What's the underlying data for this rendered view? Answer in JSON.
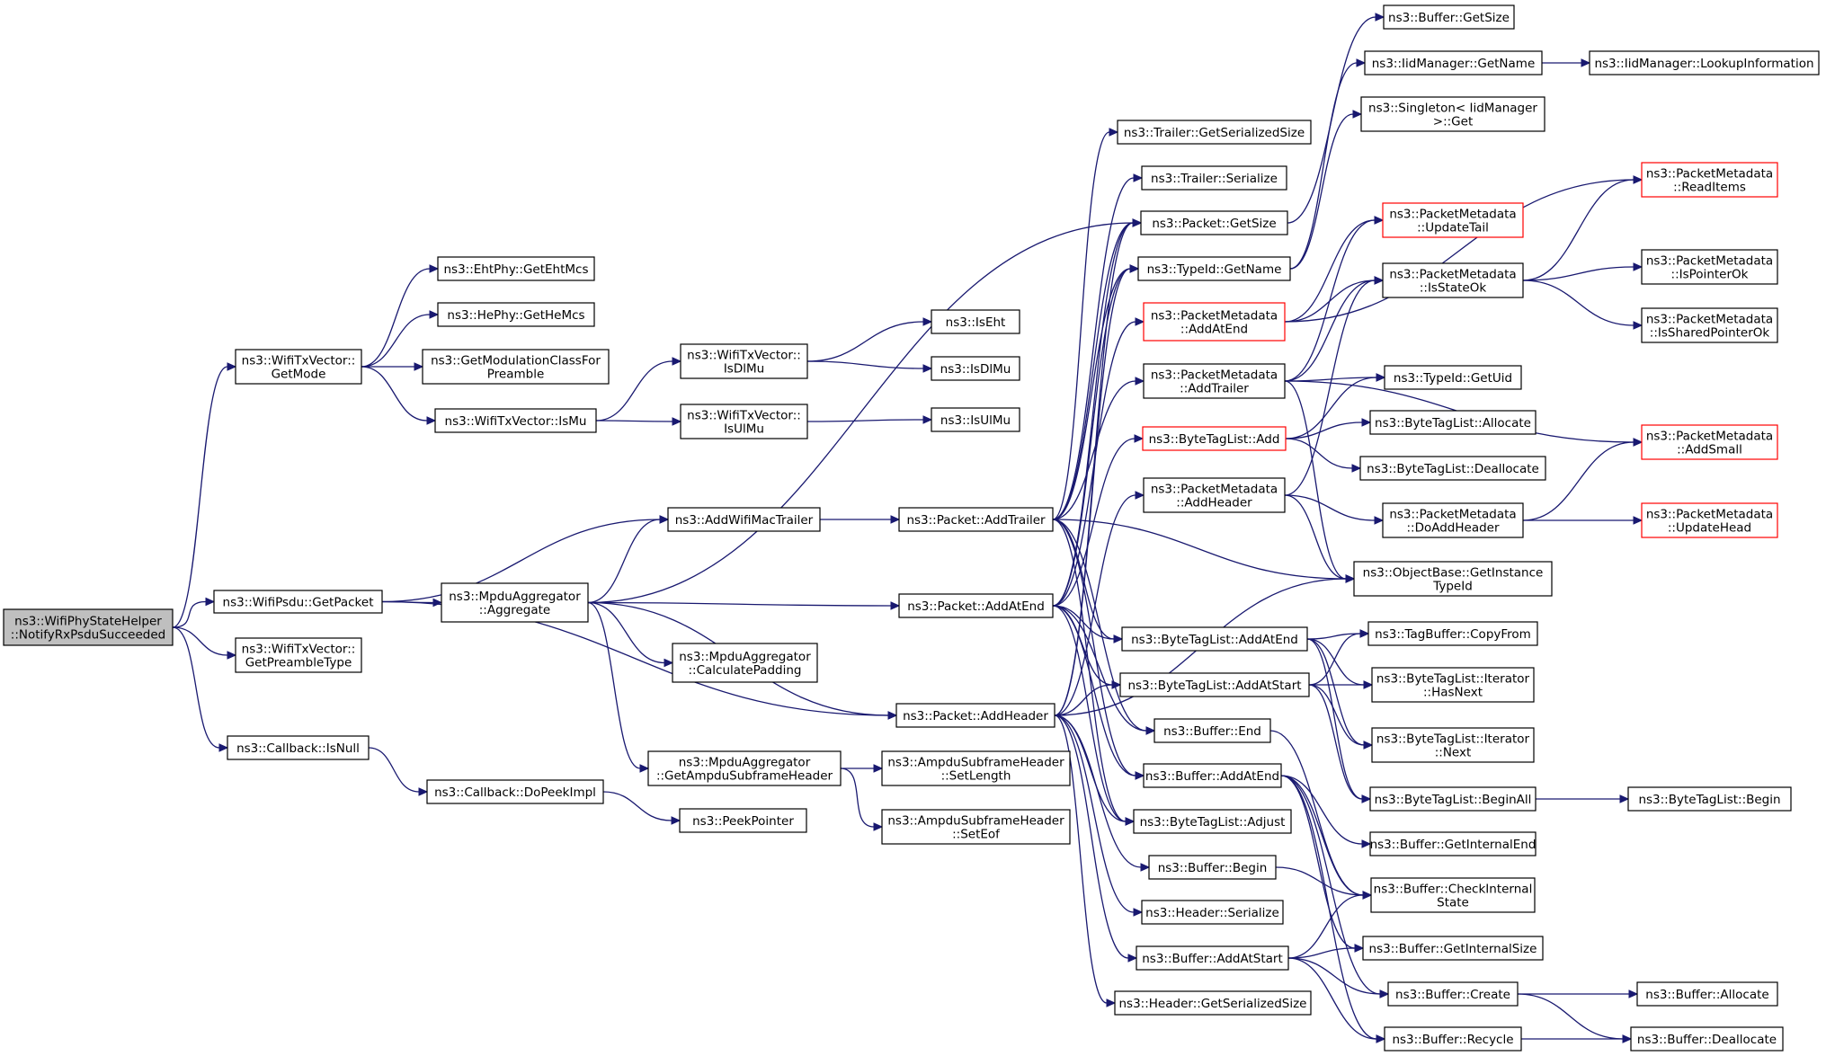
{
  "colors": {
    "edge": "#191970",
    "node_border": "#000000",
    "node_border_partial": "#ff0000",
    "root_fill": "#bfbfbf",
    "background": "#ffffff"
  },
  "nodes": [
    {
      "id": "root",
      "lines": [
        "ns3::WifiPhyStateHelper",
        "::NotifyRxPsduSucceeded"
      ],
      "style": "root"
    },
    {
      "id": "getMode",
      "lines": [
        "ns3::WifiTxVector::",
        "GetMode"
      ]
    },
    {
      "id": "getPacket",
      "lines": [
        "ns3::WifiPsdu::GetPacket"
      ]
    },
    {
      "id": "getPreambleType",
      "lines": [
        "ns3::WifiTxVector::",
        "GetPreambleType"
      ]
    },
    {
      "id": "cbIsNull",
      "lines": [
        "ns3::Callback::IsNull"
      ]
    },
    {
      "id": "getEhtMcs",
      "lines": [
        "ns3::EhtPhy::GetEhtMcs"
      ]
    },
    {
      "id": "getHeMcs",
      "lines": [
        "ns3::HePhy::GetHeMcs"
      ]
    },
    {
      "id": "getModClass",
      "lines": [
        "ns3::GetModulationClassFor",
        "Preamble"
      ]
    },
    {
      "id": "isMu",
      "lines": [
        "ns3::WifiTxVector::IsMu"
      ]
    },
    {
      "id": "isDlMuVec",
      "lines": [
        "ns3::WifiTxVector::",
        "IsDlMu"
      ]
    },
    {
      "id": "isUlMuVec",
      "lines": [
        "ns3::WifiTxVector::",
        "IsUlMu"
      ]
    },
    {
      "id": "isEht",
      "lines": [
        "ns3::IsEht"
      ]
    },
    {
      "id": "isDlMu",
      "lines": [
        "ns3::IsDlMu"
      ]
    },
    {
      "id": "isUlMu",
      "lines": [
        "ns3::IsUlMu"
      ]
    },
    {
      "id": "addWifiMacTrailer",
      "lines": [
        "ns3::AddWifiMacTrailer"
      ]
    },
    {
      "id": "mpduAggregate",
      "lines": [
        "ns3::MpduAggregator",
        "::Aggregate"
      ]
    },
    {
      "id": "calcPadding",
      "lines": [
        "ns3::MpduAggregator",
        "::CalculatePadding"
      ]
    },
    {
      "id": "getAmpduHdr",
      "lines": [
        "ns3::MpduAggregator",
        "::GetAmpduSubframeHeader"
      ]
    },
    {
      "id": "cbDoPeekImpl",
      "lines": [
        "ns3::Callback::DoPeekImpl"
      ]
    },
    {
      "id": "peekPointer",
      "lines": [
        "ns3::PeekPointer"
      ]
    },
    {
      "id": "setLength",
      "lines": [
        "ns3::AmpduSubframeHeader",
        "::SetLength"
      ]
    },
    {
      "id": "setEof",
      "lines": [
        "ns3::AmpduSubframeHeader",
        "::SetEof"
      ]
    },
    {
      "id": "pktAddTrailer",
      "lines": [
        "ns3::Packet::AddTrailer"
      ]
    },
    {
      "id": "pktAddAtEnd",
      "lines": [
        "ns3::Packet::AddAtEnd"
      ]
    },
    {
      "id": "pktAddHeader",
      "lines": [
        "ns3::Packet::AddHeader"
      ]
    },
    {
      "id": "trlGetSerSize",
      "lines": [
        "ns3::Trailer::GetSerializedSize"
      ]
    },
    {
      "id": "trlSerialize",
      "lines": [
        "ns3::Trailer::Serialize"
      ]
    },
    {
      "id": "pktGetSize",
      "lines": [
        "ns3::Packet::GetSize"
      ]
    },
    {
      "id": "typeIdGetName",
      "lines": [
        "ns3::TypeId::GetName"
      ]
    },
    {
      "id": "pmAddAtEnd",
      "lines": [
        "ns3::PacketMetadata",
        "::AddAtEnd"
      ],
      "style": "red"
    },
    {
      "id": "pmAddTrailer",
      "lines": [
        "ns3::PacketMetadata",
        "::AddTrailer"
      ]
    },
    {
      "id": "btlAdd",
      "lines": [
        "ns3::ByteTagList::Add"
      ],
      "style": "red"
    },
    {
      "id": "pmAddHeader",
      "lines": [
        "ns3::PacketMetadata",
        "::AddHeader"
      ]
    },
    {
      "id": "btlAddAtEnd",
      "lines": [
        "ns3::ByteTagList::AddAtEnd"
      ]
    },
    {
      "id": "btlAddAtStart",
      "lines": [
        "ns3::ByteTagList::AddAtStart"
      ]
    },
    {
      "id": "bufEnd",
      "lines": [
        "ns3::Buffer::End"
      ]
    },
    {
      "id": "bufAddAtEnd",
      "lines": [
        "ns3::Buffer::AddAtEnd"
      ]
    },
    {
      "id": "btlAdjust",
      "lines": [
        "ns3::ByteTagList::Adjust"
      ]
    },
    {
      "id": "bufBegin",
      "lines": [
        "ns3::Buffer::Begin"
      ]
    },
    {
      "id": "hdrSerialize",
      "lines": [
        "ns3::Header::Serialize"
      ]
    },
    {
      "id": "bufAddAtStart",
      "lines": [
        "ns3::Buffer::AddAtStart"
      ]
    },
    {
      "id": "hdrGetSerSize",
      "lines": [
        "ns3::Header::GetSerializedSize"
      ]
    },
    {
      "id": "bufGetSize",
      "lines": [
        "ns3::Buffer::GetSize"
      ]
    },
    {
      "id": "iidGetName",
      "lines": [
        "ns3::IidManager::GetName"
      ]
    },
    {
      "id": "singletonGet",
      "lines": [
        "ns3::Singleton< IidManager",
        "  >::Get"
      ]
    },
    {
      "id": "pmUpdateTail",
      "lines": [
        "ns3::PacketMetadata",
        "::UpdateTail"
      ],
      "style": "red"
    },
    {
      "id": "pmIsStateOk",
      "lines": [
        "ns3::PacketMetadata",
        "::IsStateOk"
      ]
    },
    {
      "id": "typeIdGetUid",
      "lines": [
        "ns3::TypeId::GetUid"
      ]
    },
    {
      "id": "btlAllocate",
      "lines": [
        "ns3::ByteTagList::Allocate"
      ]
    },
    {
      "id": "btlDeallocate",
      "lines": [
        "ns3::ByteTagList::Deallocate"
      ]
    },
    {
      "id": "pmDoAddHeader",
      "lines": [
        "ns3::PacketMetadata",
        "::DoAddHeader"
      ]
    },
    {
      "id": "objGetInstTypeId",
      "lines": [
        "ns3::ObjectBase::GetInstance",
        "TypeId"
      ]
    },
    {
      "id": "tagBufCopyFrom",
      "lines": [
        "ns3::TagBuffer::CopyFrom"
      ]
    },
    {
      "id": "btlIterHasNext",
      "lines": [
        "ns3::ByteTagList::Iterator",
        "::HasNext"
      ]
    },
    {
      "id": "btlIterNext",
      "lines": [
        "ns3::ByteTagList::Iterator",
        "::Next"
      ]
    },
    {
      "id": "btlBeginAll",
      "lines": [
        "ns3::ByteTagList::BeginAll"
      ]
    },
    {
      "id": "bufGetInternalEnd",
      "lines": [
        "ns3::Buffer::GetInternalEnd"
      ]
    },
    {
      "id": "bufCheckInternal",
      "lines": [
        "ns3::Buffer::CheckInternal",
        "State"
      ]
    },
    {
      "id": "bufGetInternalSize",
      "lines": [
        "ns3::Buffer::GetInternalSize"
      ]
    },
    {
      "id": "bufCreate",
      "lines": [
        "ns3::Buffer::Create"
      ]
    },
    {
      "id": "bufRecycle",
      "lines": [
        "ns3::Buffer::Recycle"
      ]
    },
    {
      "id": "iidLookupInfo",
      "lines": [
        "ns3::IidManager::LookupInformation"
      ]
    },
    {
      "id": "pmReadItems",
      "lines": [
        "ns3::PacketMetadata",
        "::ReadItems"
      ],
      "style": "red"
    },
    {
      "id": "pmIsPointerOk",
      "lines": [
        "ns3::PacketMetadata",
        "::IsPointerOk"
      ]
    },
    {
      "id": "pmIsSharedPtrOk",
      "lines": [
        "ns3::PacketMetadata",
        "::IsSharedPointerOk"
      ]
    },
    {
      "id": "pmAddSmall",
      "lines": [
        "ns3::PacketMetadata",
        "::AddSmall"
      ],
      "style": "red"
    },
    {
      "id": "pmUpdateHead",
      "lines": [
        "ns3::PacketMetadata",
        "::UpdateHead"
      ],
      "style": "red"
    },
    {
      "id": "btlBegin",
      "lines": [
        "ns3::ByteTagList::Begin"
      ]
    },
    {
      "id": "bufAllocate",
      "lines": [
        "ns3::Buffer::Allocate"
      ]
    },
    {
      "id": "bufDeallocate",
      "lines": [
        "ns3::Buffer::Deallocate"
      ]
    }
  ],
  "edges": [
    [
      "root",
      "getMode"
    ],
    [
      "root",
      "getPacket"
    ],
    [
      "root",
      "getPreambleType"
    ],
    [
      "root",
      "cbIsNull"
    ],
    [
      "getMode",
      "getEhtMcs"
    ],
    [
      "getMode",
      "getHeMcs"
    ],
    [
      "getMode",
      "getModClass"
    ],
    [
      "getMode",
      "isMu"
    ],
    [
      "isMu",
      "isDlMuVec"
    ],
    [
      "isMu",
      "isUlMuVec"
    ],
    [
      "isDlMuVec",
      "isEht"
    ],
    [
      "isDlMuVec",
      "isDlMu"
    ],
    [
      "isUlMuVec",
      "isUlMu"
    ],
    [
      "getPacket",
      "addWifiMacTrailer"
    ],
    [
      "getPacket",
      "mpduAggregate"
    ],
    [
      "getPacket",
      "pktAddHeader"
    ],
    [
      "cbIsNull",
      "cbDoPeekImpl"
    ],
    [
      "cbDoPeekImpl",
      "peekPointer"
    ],
    [
      "mpduAggregate",
      "addWifiMacTrailer"
    ],
    [
      "mpduAggregate",
      "calcPadding"
    ],
    [
      "mpduAggregate",
      "getAmpduHdr"
    ],
    [
      "mpduAggregate",
      "pktAddAtEnd"
    ],
    [
      "mpduAggregate",
      "pktAddHeader"
    ],
    [
      "mpduAggregate",
      "pktGetSize"
    ],
    [
      "getAmpduHdr",
      "setLength"
    ],
    [
      "getAmpduHdr",
      "setEof"
    ],
    [
      "addWifiMacTrailer",
      "pktAddTrailer"
    ],
    [
      "pktAddTrailer",
      "trlGetSerSize"
    ],
    [
      "pktAddTrailer",
      "trlSerialize"
    ],
    [
      "pktAddTrailer",
      "pktGetSize"
    ],
    [
      "pktAddTrailer",
      "typeIdGetName"
    ],
    [
      "pktAddTrailer",
      "pmAddTrailer"
    ],
    [
      "pktAddTrailer",
      "btlAddAtEnd"
    ],
    [
      "pktAddTrailer",
      "bufEnd"
    ],
    [
      "pktAddTrailer",
      "bufAddAtEnd"
    ],
    [
      "pktAddTrailer",
      "btlAdjust"
    ],
    [
      "pktAddTrailer",
      "objGetInstTypeId"
    ],
    [
      "pktAddAtEnd",
      "pktGetSize"
    ],
    [
      "pktAddAtEnd",
      "typeIdGetName"
    ],
    [
      "pktAddAtEnd",
      "pmAddAtEnd"
    ],
    [
      "pktAddAtEnd",
      "btlAdd"
    ],
    [
      "pktAddAtEnd",
      "btlAddAtEnd"
    ],
    [
      "pktAddAtEnd",
      "btlAddAtStart"
    ],
    [
      "pktAddAtEnd",
      "bufAddAtEnd"
    ],
    [
      "pktAddAtEnd",
      "btlAdjust"
    ],
    [
      "pktAddAtEnd",
      "bufEnd"
    ],
    [
      "pktAddHeader",
      "pktGetSize"
    ],
    [
      "pktAddHeader",
      "typeIdGetName"
    ],
    [
      "pktAddHeader",
      "pmAddHeader"
    ],
    [
      "pktAddHeader",
      "btlAddAtStart"
    ],
    [
      "pktAddHeader",
      "btlAdjust"
    ],
    [
      "pktAddHeader",
      "bufBegin"
    ],
    [
      "pktAddHeader",
      "hdrSerialize"
    ],
    [
      "pktAddHeader",
      "bufAddAtStart"
    ],
    [
      "pktAddHeader",
      "hdrGetSerSize"
    ],
    [
      "pktAddHeader",
      "objGetInstTypeId"
    ],
    [
      "pktGetSize",
      "bufGetSize"
    ],
    [
      "typeIdGetName",
      "iidGetName"
    ],
    [
      "typeIdGetName",
      "singletonGet"
    ],
    [
      "iidGetName",
      "iidLookupInfo"
    ],
    [
      "pmAddAtEnd",
      "pmUpdateTail"
    ],
    [
      "pmAddAtEnd",
      "pmIsStateOk"
    ],
    [
      "pmAddAtEnd",
      "pmReadItems"
    ],
    [
      "pmAddTrailer",
      "pmUpdateTail"
    ],
    [
      "pmAddTrailer",
      "pmIsStateOk"
    ],
    [
      "pmAddTrailer",
      "typeIdGetUid"
    ],
    [
      "pmAddTrailer",
      "pmAddSmall"
    ],
    [
      "pmAddTrailer",
      "objGetInstTypeId"
    ],
    [
      "btlAdd",
      "typeIdGetUid"
    ],
    [
      "btlAdd",
      "btlAllocate"
    ],
    [
      "btlAdd",
      "btlDeallocate"
    ],
    [
      "pmAddHeader",
      "pmIsStateOk"
    ],
    [
      "pmAddHeader",
      "pmDoAddHeader"
    ],
    [
      "pmAddHeader",
      "objGetInstTypeId"
    ],
    [
      "pmIsStateOk",
      "pmReadItems"
    ],
    [
      "pmIsStateOk",
      "pmIsPointerOk"
    ],
    [
      "pmIsStateOk",
      "pmIsSharedPtrOk"
    ],
    [
      "pmDoAddHeader",
      "pmAddSmall"
    ],
    [
      "pmDoAddHeader",
      "pmUpdateHead"
    ],
    [
      "btlAddAtEnd",
      "tagBufCopyFrom"
    ],
    [
      "btlAddAtEnd",
      "btlIterHasNext"
    ],
    [
      "btlAddAtEnd",
      "btlIterNext"
    ],
    [
      "btlAddAtEnd",
      "btlBeginAll"
    ],
    [
      "btlAddAtStart",
      "tagBufCopyFrom"
    ],
    [
      "btlAddAtStart",
      "btlIterHasNext"
    ],
    [
      "btlAddAtStart",
      "btlIterNext"
    ],
    [
      "btlAddAtStart",
      "btlBeginAll"
    ],
    [
      "btlBeginAll",
      "btlBegin"
    ],
    [
      "bufEnd",
      "bufCheckInternal"
    ],
    [
      "bufAddAtEnd",
      "bufGetInternalEnd"
    ],
    [
      "bufAddAtEnd",
      "bufCheckInternal"
    ],
    [
      "bufAddAtEnd",
      "bufGetInternalSize"
    ],
    [
      "bufAddAtEnd",
      "bufCreate"
    ],
    [
      "bufAddAtEnd",
      "bufRecycle"
    ],
    [
      "bufBegin",
      "bufCheckInternal"
    ],
    [
      "bufAddAtStart",
      "bufCheckInternal"
    ],
    [
      "bufAddAtStart",
      "bufGetInternalSize"
    ],
    [
      "bufAddAtStart",
      "bufCreate"
    ],
    [
      "bufAddAtStart",
      "bufRecycle"
    ],
    [
      "bufCreate",
      "bufAllocate"
    ],
    [
      "bufCreate",
      "bufDeallocate"
    ],
    [
      "bufRecycle",
      "bufDeallocate"
    ]
  ]
}
